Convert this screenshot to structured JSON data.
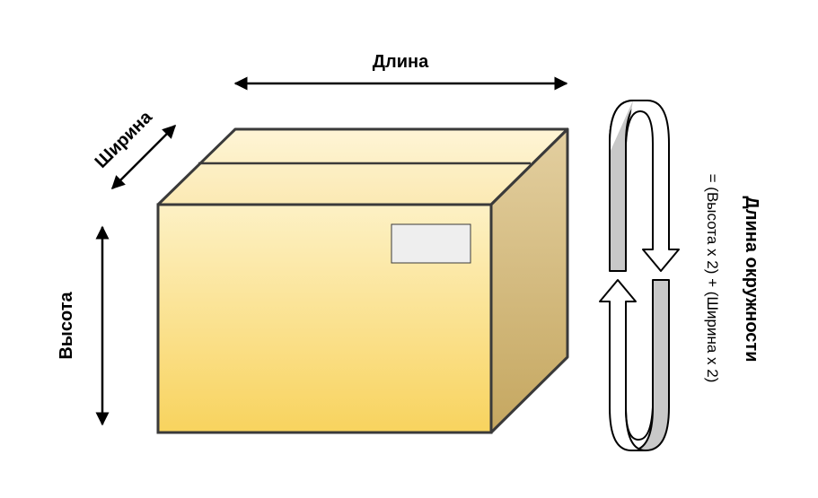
{
  "labels": {
    "length": "Длина",
    "width": "Ширина",
    "height": "Высота",
    "girth_title": "Длина окружности",
    "girth_formula": "= (Высота x 2) + (Ширина x 2)"
  },
  "colors": {
    "box_front_top": "#fdf1c5",
    "box_front_bottom": "#f8d35e",
    "box_top": "#fdf0c6",
    "box_side_top": "#e3cfa0",
    "box_side_bottom": "#c5a760",
    "outline": "#3a3a3a",
    "label_patch": "#eeeeee",
    "ring_fill": "#c8c8c8",
    "arrow": "#000000"
  }
}
